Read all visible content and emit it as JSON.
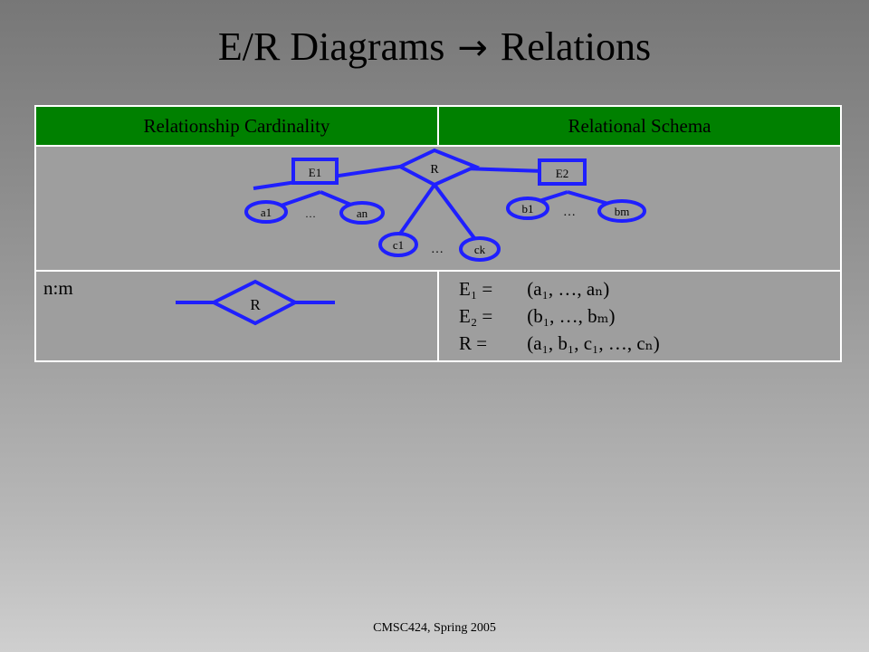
{
  "title": {
    "left": "E/R Diagrams",
    "arrow": "→",
    "right": "Relations"
  },
  "table": {
    "headers": [
      "Relationship Cardinality",
      "Relational Schema"
    ],
    "cardinality": "n:m",
    "relationship_label": "R",
    "schema_lines": [
      {
        "lhs": "E₁",
        "eq": "=",
        "rhs": "(a₁, …, aₙ)"
      },
      {
        "lhs": "E₂",
        "eq": "=",
        "rhs": "(b₁, …, bₘ)"
      },
      {
        "lhs": "R",
        "eq": "=",
        "rhs": "(a₁, b₁, c₁, …, cₙ)"
      }
    ]
  },
  "er_diagram": {
    "relationship": "R",
    "entity1": "E1",
    "entity2": "E2",
    "attrs_e1": [
      "a1",
      "an"
    ],
    "attrs_e2": [
      "b1",
      "bm"
    ],
    "attrs_r": [
      "c1",
      "ck"
    ],
    "ellipsis": "…"
  },
  "colors": {
    "shape": "#1f1fff",
    "header_bg": "#008000"
  },
  "footer": "CMSC424, Spring 2005"
}
